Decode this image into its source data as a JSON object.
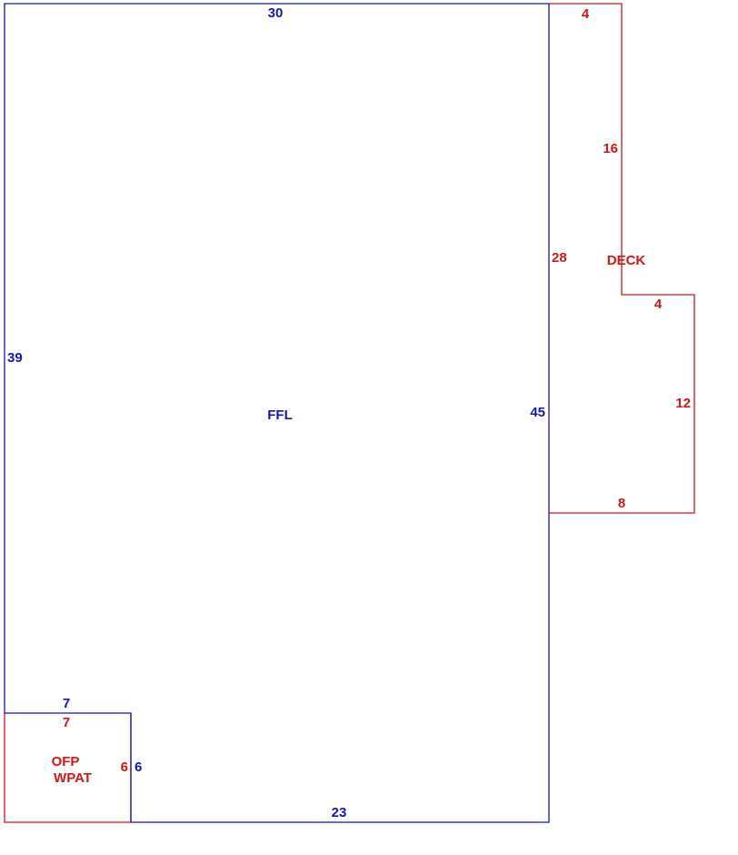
{
  "colors": {
    "ffl": "#1515c0",
    "addition": "#d81414"
  },
  "areas": {
    "ffl_label": "FFL",
    "deck_label": "DECK",
    "ofp_label": "OFP",
    "wpat_label": "WPAT"
  },
  "dimensions": {
    "ffl_top": "30",
    "ffl_left": "39",
    "ffl_right": "45",
    "ffl_bottom": "23",
    "ffl_notch_top": "7",
    "ffl_notch_side": "6",
    "deck_top": "4",
    "deck_upper_right": "16",
    "deck_left": "28",
    "deck_step": "4",
    "deck_lower_right": "12",
    "deck_bottom": "8",
    "ofp_top": "7",
    "ofp_side": "6"
  }
}
